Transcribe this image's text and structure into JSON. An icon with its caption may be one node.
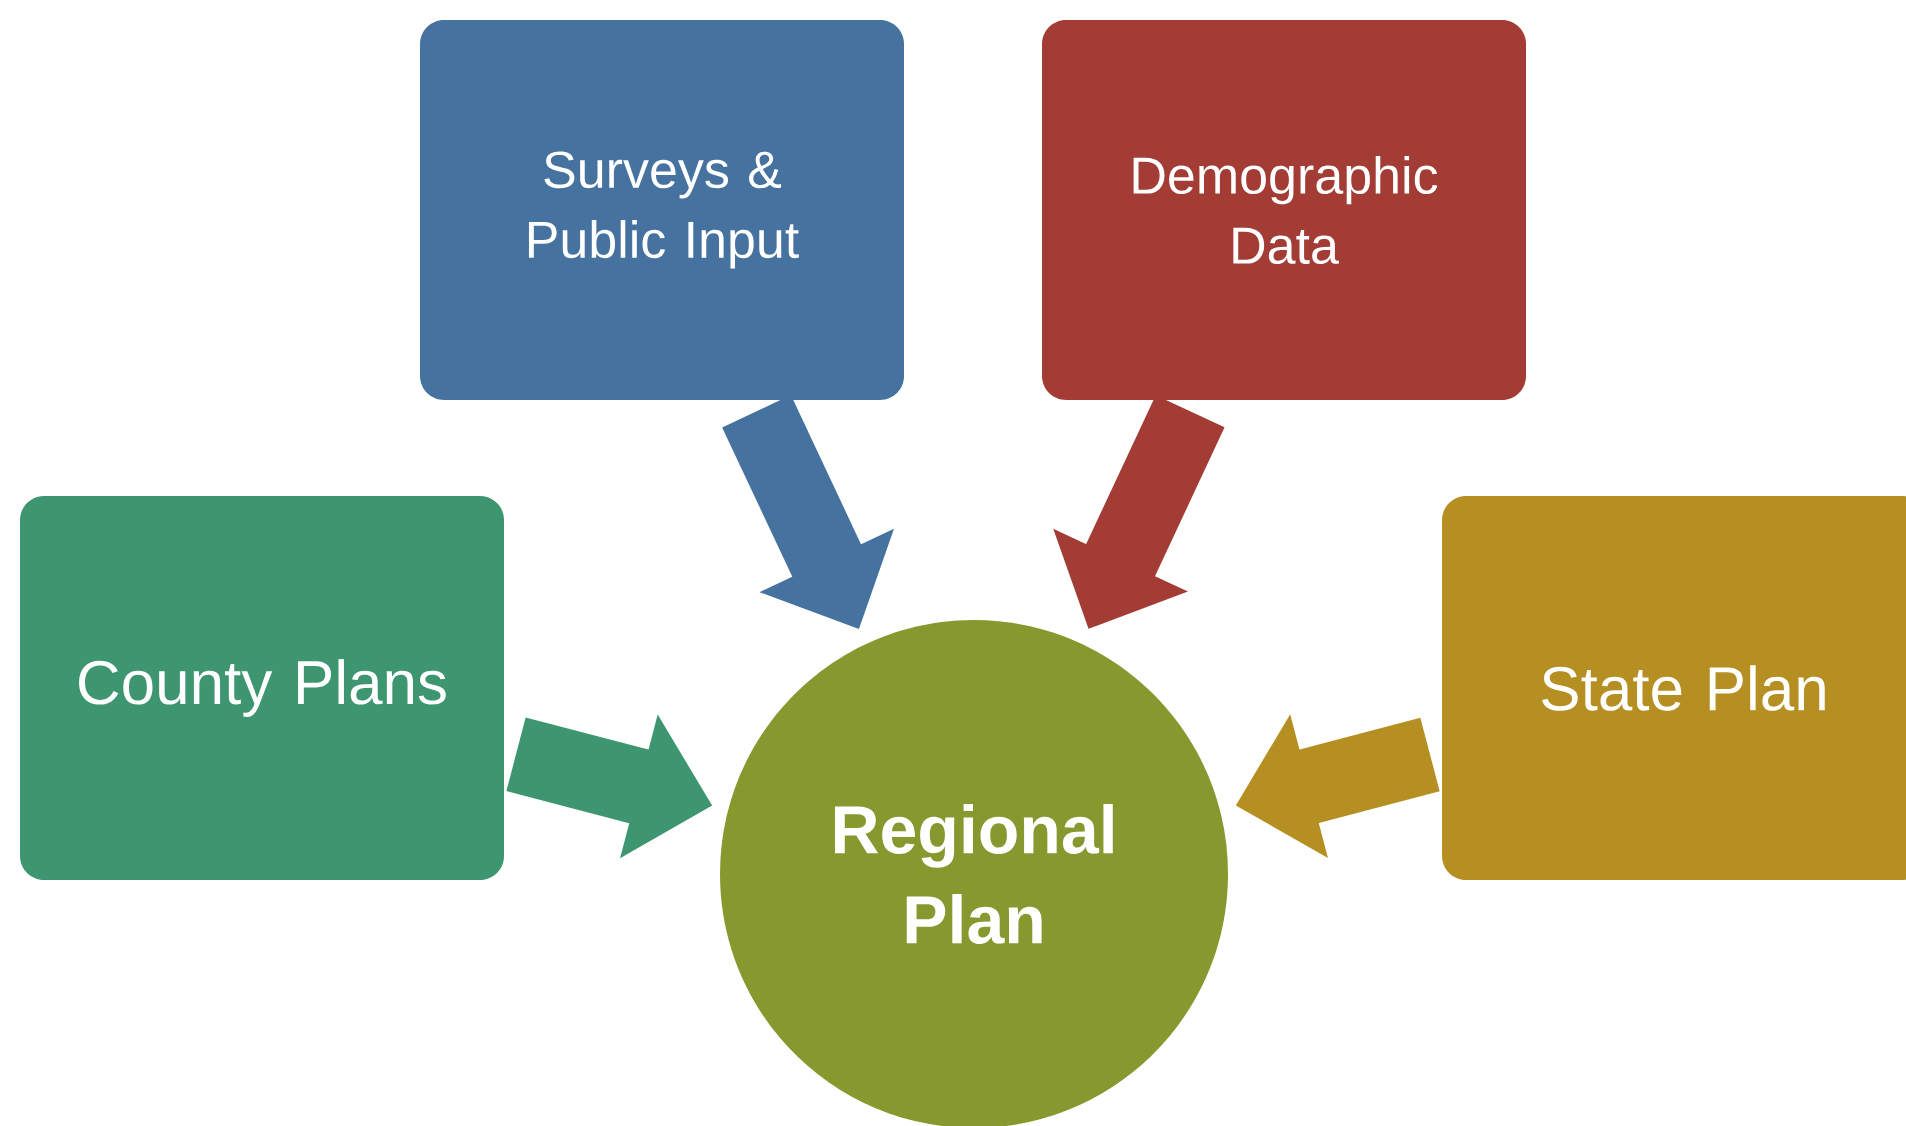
{
  "diagram": {
    "nodes": [
      {
        "text": [
          "Surveys & Public Input"
        ]
      },
      {
        "text": [
          "Demographic Data"
        ]
      },
      {
        "text": [
          "County Plans"
        ]
      },
      {
        "text": [
          "Regional Plan"
        ]
      },
      {
        "text": [
          "State Plan"
        ]
      }
    ],
    "edges": [
      {
        "from": 0,
        "to": 3,
        "arrow": "to",
        "color": "#4672a0"
      },
      {
        "from": 1,
        "to": 3,
        "arrow": "to",
        "color": "#a33c35"
      },
      {
        "from": 2,
        "to": 3,
        "arrow": "to",
        "color": "#3d9670"
      },
      {
        "from": 4,
        "to": 3,
        "arrow": "to",
        "color": "#b58f22"
      }
    ]
  }
}
